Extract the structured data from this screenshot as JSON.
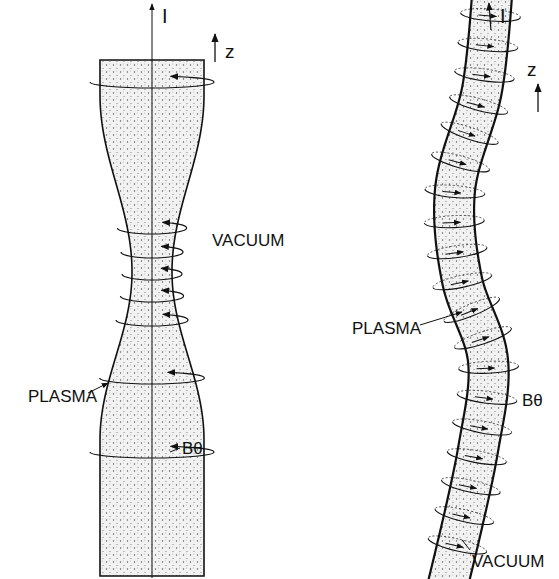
{
  "diagram": {
    "labels": [
      "I",
      "z",
      "VACUUM",
      "PLASMA",
      "Bθ",
      "I",
      "z",
      "PLASMA",
      "Bθ",
      "VACUUM"
    ]
  }
}
